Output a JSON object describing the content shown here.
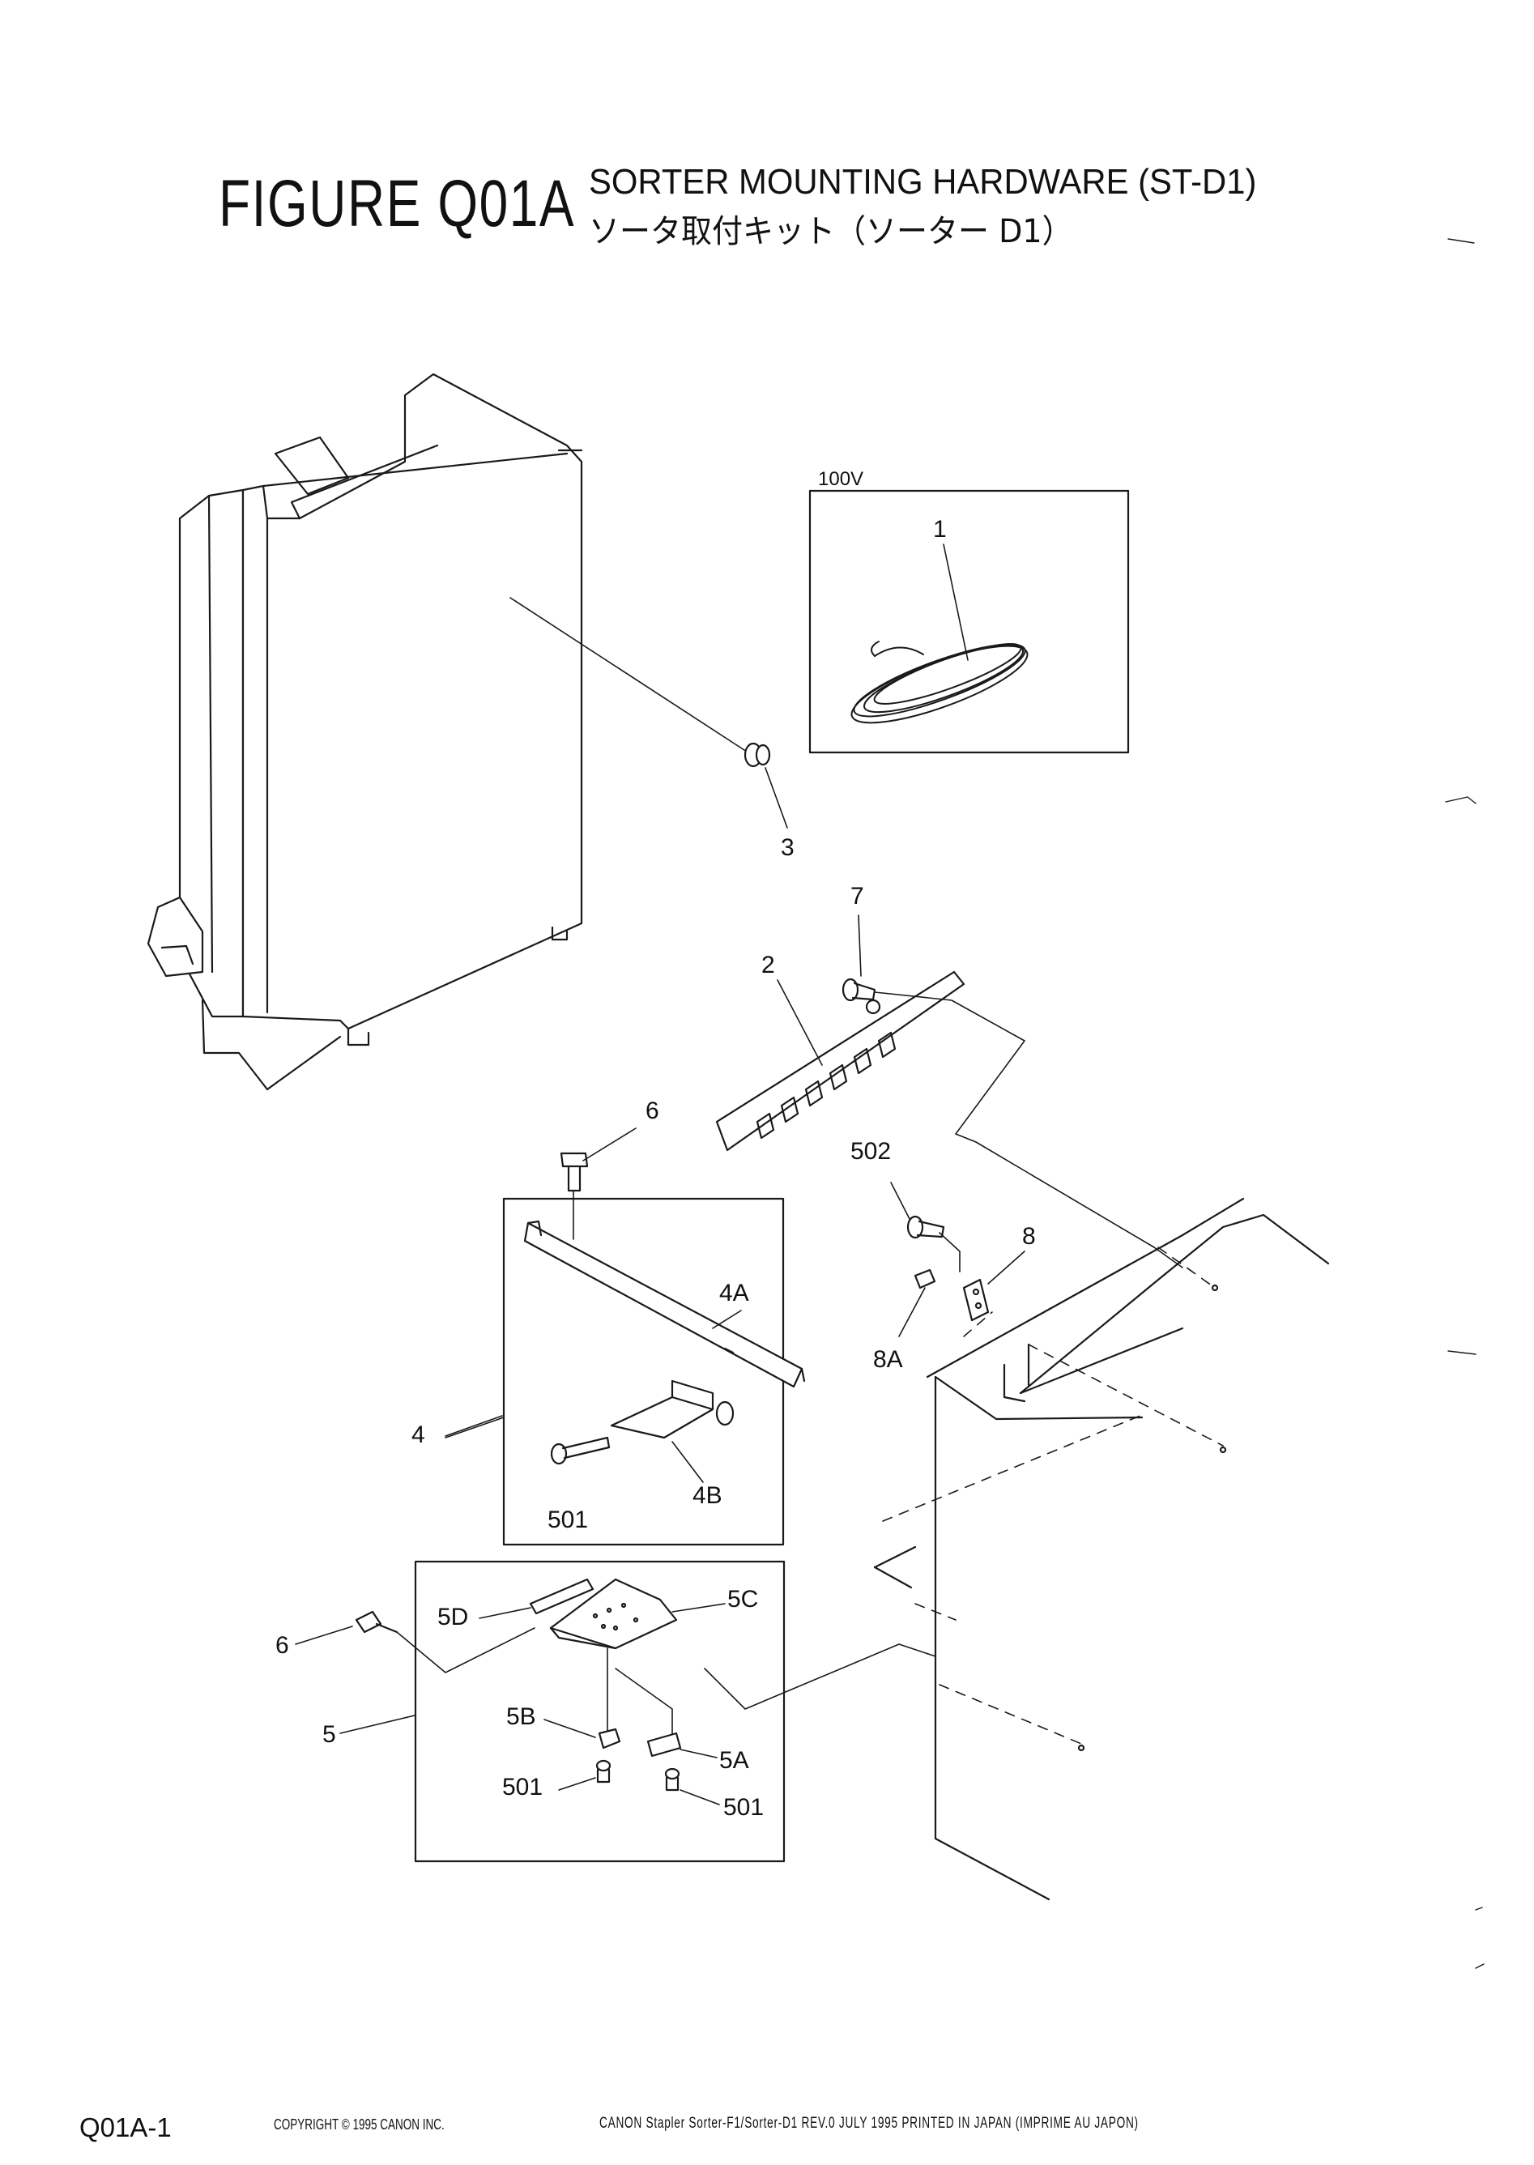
{
  "header": {
    "figure_label": "FIGURE Q01A",
    "title_en": "SORTER MOUNTING HARDWARE (ST-D1)",
    "title_jp": "ソータ取付キット（ソーター D1）"
  },
  "diagram": {
    "kit_label": "100V",
    "callouts": {
      "p1": "1",
      "p2": "2",
      "p3": "3",
      "p4": "4",
      "p4a": "4A",
      "p4b": "4B",
      "p5": "5",
      "p5a": "5A",
      "p5b": "5B",
      "p5c": "5C",
      "p5d": "5D",
      "p6a": "6",
      "p6b": "6",
      "p7": "7",
      "p8": "8",
      "p8a": "8A",
      "p501a": "501",
      "p501b": "501",
      "p501c": "501",
      "p502": "502"
    }
  },
  "footer": {
    "page_id": "Q01A-1",
    "copyright": "COPYRIGHT © 1995 CANON INC.",
    "print_info": "CANON Stapler Sorter-F1/Sorter-D1 REV.0 JULY 1995 PRINTED IN JAPAN (IMPRIME AU JAPON)"
  }
}
